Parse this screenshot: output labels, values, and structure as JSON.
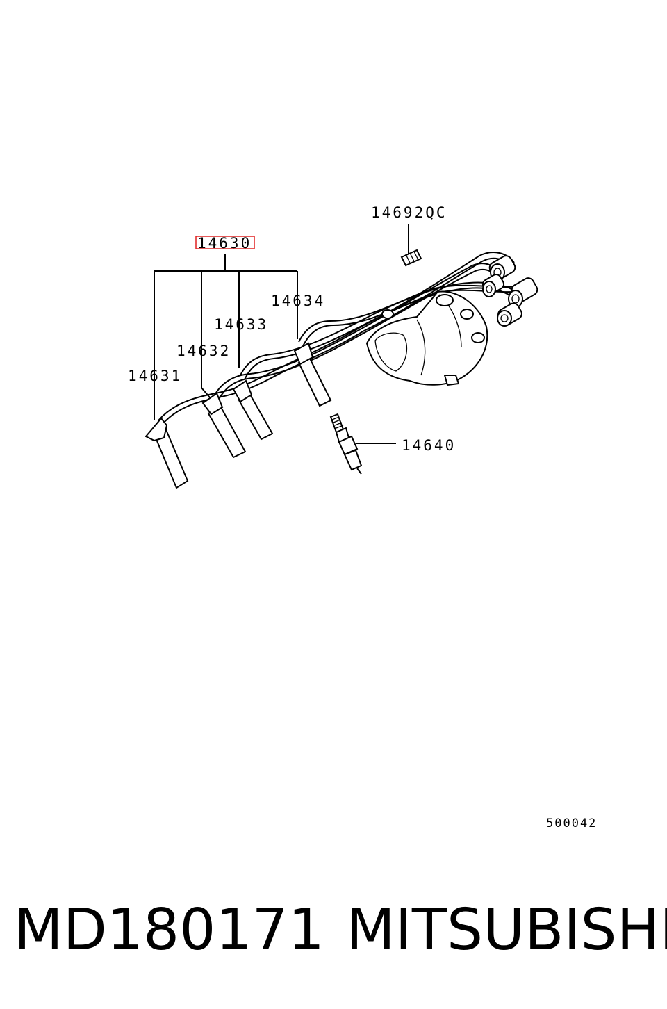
{
  "diagram": {
    "callouts": {
      "wire_set": "14630",
      "wire_1": "14631",
      "wire_2": "14632",
      "wire_3": "14633",
      "wire_4": "14634",
      "spark_plug": "14640",
      "distributor_clip": "14692QC"
    },
    "drawing_id": "500042",
    "highlight_color": "#e02020"
  },
  "footer": {
    "part_number": "MD180171",
    "brand": "MITSUBISHI"
  }
}
